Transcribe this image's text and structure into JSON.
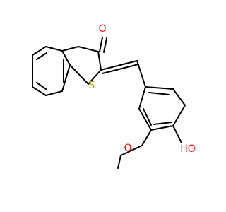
{
  "molecule": {
    "atoms": {
      "oxygen_carbonyl": "O",
      "sulfur": "S",
      "oxygen_methoxy": "O",
      "hydroxyl": "HO"
    },
    "colors": {
      "bond": "#000000",
      "oxygen": "#ff0000",
      "sulfur": "#b8a000"
    }
  }
}
